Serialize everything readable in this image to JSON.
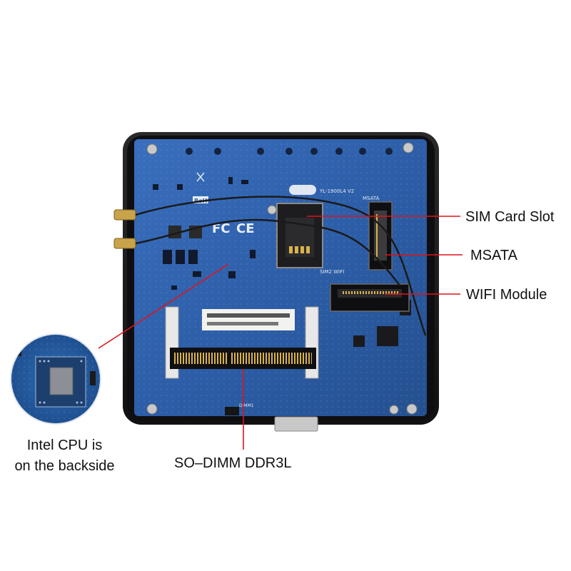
{
  "callouts": {
    "sim_card_slot": "SIM Card Slot",
    "msata": "MSATA",
    "wifi_module": "WIFI Module",
    "cpu_line1": "Intel CPU is",
    "cpu_line2": "on the backside",
    "so_dimm": "SO–DIMM DDR3L"
  },
  "board_markings": {
    "model": "YL-1900L4 V2",
    "msata": "MSATA",
    "sim_wifi": "SIM2 WIFI",
    "dimm_label": "DIMM1",
    "fcc": "FC",
    "ce": "CE",
    "rohs": "RoHS"
  },
  "colors": {
    "callout_line": "#e0141c",
    "board": "#2f5fa8",
    "case": "#1c1c1e",
    "label_text": "#111111"
  }
}
